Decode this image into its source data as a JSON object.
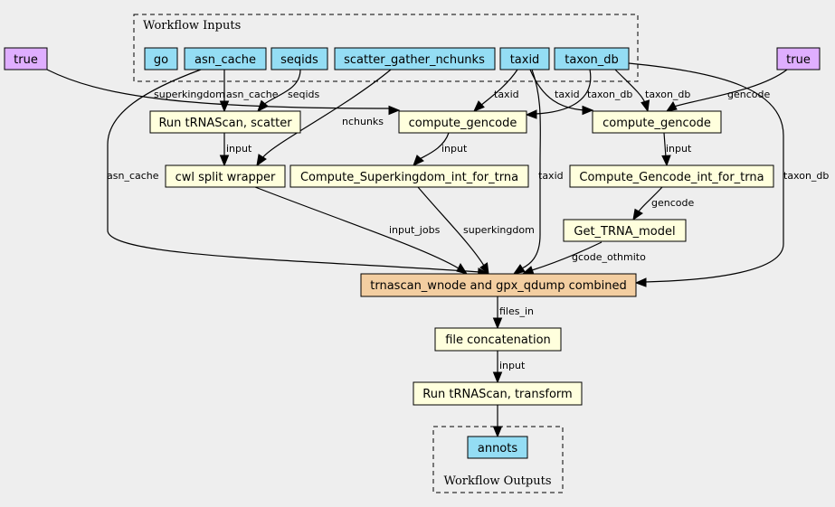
{
  "colors": {
    "background": "#eeeeee",
    "input_node": "#94ddf4",
    "bool_node": "#dfaeff",
    "step_node": "#ffffdd",
    "main_step_node": "#f3cea1",
    "output_node": "#94ddf4",
    "edge": "#000000"
  },
  "clusters": {
    "inputs": "Workflow Inputs",
    "outputs": "Workflow Outputs"
  },
  "nodes": {
    "go": "go",
    "asn_cache": "asn_cache",
    "seqids": "seqids",
    "scatter_gather_nchunks": "scatter_gather_nchunks",
    "taxid": "taxid",
    "taxon_db": "taxon_db",
    "true_left": "true",
    "true_right": "true",
    "run_trnascan_scatter": "Run tRNAScan, scatter",
    "compute_gencode_1": "compute_gencode",
    "compute_gencode_2": "compute_gencode",
    "cwl_split_wrapper": "cwl split wrapper",
    "compute_superkingdom": "Compute_Superkingdom_int_for_trna",
    "compute_gencode_int": "Compute_Gencode_int_for_trna",
    "get_trna_model": "Get_TRNA_model",
    "trnascan_combined": "trnascan_wnode and gpx_qdump combined",
    "file_concatenation": "file concatenation",
    "run_trnascan_transform": "Run tRNAScan, transform",
    "annots": "annots"
  },
  "edges": {
    "superkingdom_1": "superkingdom",
    "asn_cache_1": "asn_cache",
    "seqids": "seqids",
    "taxid_1": "taxid",
    "taxid_2": "taxid",
    "taxon_db_1": "taxon_db",
    "taxon_db_2": "taxon_db",
    "gencode_1": "gencode",
    "nchunks": "nchunks",
    "input_1": "input",
    "input_2": "input",
    "input_3": "input",
    "asn_cache_2": "asn_cache",
    "taxid_3": "taxid",
    "taxon_db_3": "taxon_db",
    "gencode_2": "gencode",
    "input_jobs": "input_jobs",
    "superkingdom_2": "superkingdom",
    "gcode_othmito": "gcode_othmito",
    "files_in": "files_in",
    "input_4": "input"
  }
}
